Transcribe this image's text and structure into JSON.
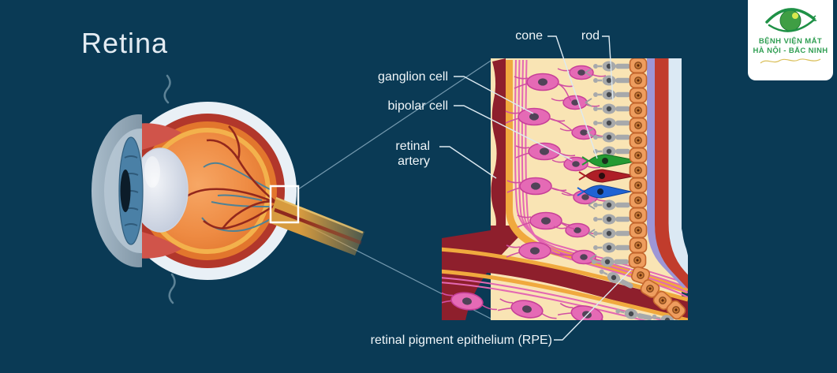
{
  "title": "Retina",
  "labels": {
    "cone": "cone",
    "rod": "rod",
    "ganglion_cell": "ganglion cell",
    "bipolar_cell": "bipolar cell",
    "retinal_artery_line1": "retinal",
    "retinal_artery_line2": "artery",
    "rpe": "retinal pigment epithelium (RPE)"
  },
  "logo": {
    "hospital_name_line1": "BỆNH VIỆN MẮT",
    "hospital_name_line2": "HÀ NỘI - BẮC NINH",
    "eye_icon": "green-eye-logo-icon",
    "tagline_style": "gold-script-signature"
  },
  "colors": {
    "background": "#0a3a55",
    "title_text": "#e3ebf2",
    "label_text": "#f0f6f9",
    "leader_line": "#dce9f1",
    "logo_green": "#2f9e52",
    "logo_gold": "#d4b43c",
    "sclera_pale_blue": "#dbe9f4",
    "choroid_red": "#c13c2c",
    "artery_maroon": "#8e1f2c",
    "cream_retina": "#f9e4b4",
    "cell_pink": "#e56ab5",
    "rod_gray": "#a7a9ab",
    "cone_green": "#249a33",
    "cone_red": "#ae1f27",
    "cone_blue": "#1f63d4",
    "rpe_orange": "#ee9d5e",
    "membrane_lavender": "#9d96d6",
    "eye_orange_interior": "#ee8b43",
    "iris_blue": "#4a80a6"
  }
}
